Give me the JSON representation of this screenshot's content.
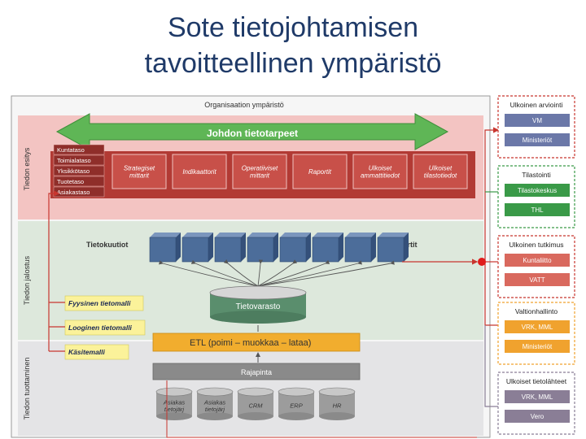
{
  "slide": {
    "title_line1": "Sote tietojohtamisen",
    "title_line2": "tavoitteellinen ympäristö"
  },
  "org": {
    "label": "Organisaation ympäristö",
    "arrow_label": "Johdon tietotarpeet",
    "levels": [
      "Kuntataso",
      "Toimialataso",
      "Yksikkötaso",
      "Tuotetaso",
      "Asiakastaso"
    ],
    "outputs": [
      "Strategiset mittarit",
      "Indikaattorit",
      "Operatiiviset mittarit",
      "Raportit",
      "Ulkoiset ammattitiedot",
      "Ulkoiset tilastotiedot"
    ],
    "cube_label": "Tietokuutiot",
    "datamart_label": "Datamartit",
    "warehouse_label": "Tietovarasto",
    "etl_label": "ETL (poimi – muokkaa – lataa)",
    "interface_label": "Rajapinta",
    "sources": [
      "Asiakas tietojärj",
      "Asiakas tietojärj",
      "CRM",
      "ERP",
      "HR"
    ],
    "models": [
      "Fyysinen tietomalli",
      "Looginen tietomalli",
      "Käsitemalli"
    ],
    "side_labels": [
      "Tiedon esitys",
      "Tiedon jalostus",
      "Tiedon tuottaminen"
    ]
  },
  "external": [
    {
      "title": "Ulkoinen arviointi",
      "items": [
        {
          "label": "VM",
          "color": "#6b78a8"
        },
        {
          "label": "Ministeriöt",
          "color": "#6b78a8"
        }
      ],
      "border": "#c8362f"
    },
    {
      "title": "Tilastointi",
      "items": [
        {
          "label": "Tilastokeskus",
          "color": "#3a9a48"
        },
        {
          "label": "THL",
          "color": "#3a9a48"
        }
      ],
      "border": "#3a9a48"
    },
    {
      "title": "Ulkoinen tutkimus",
      "items": [
        {
          "label": "Kuntaliitto",
          "color": "#d9695e"
        },
        {
          "label": "VATT",
          "color": "#d9695e"
        }
      ],
      "border": "#c8362f"
    },
    {
      "title": "Valtionhallinto",
      "items": [
        {
          "label": "VRK, MML",
          "color": "#f0a22e"
        },
        {
          "label": "Ministeriöt",
          "color": "#f0a22e"
        }
      ],
      "border": "#f0a22e"
    },
    {
      "title": "Ulkoiset tietolähteet",
      "items": [
        {
          "label": "VRK, MML",
          "color": "#8a7e96"
        },
        {
          "label": "Vero",
          "color": "#8a7e96"
        }
      ],
      "border": "#8a7e96"
    }
  ],
  "colors": {
    "title": "#1f3a68",
    "pink_band": "#f3c4c2",
    "green_band": "#dde8dc",
    "gray_band": "#e4e4e6",
    "red_box": "#c0463f",
    "green_arrow": "#5fb656",
    "etl": "#f1ad2e",
    "warehouse": "#5a8e6d",
    "cube": "#4c6d9a",
    "model_yellow": "#fbf29a",
    "source": "#9c9c9c"
  }
}
